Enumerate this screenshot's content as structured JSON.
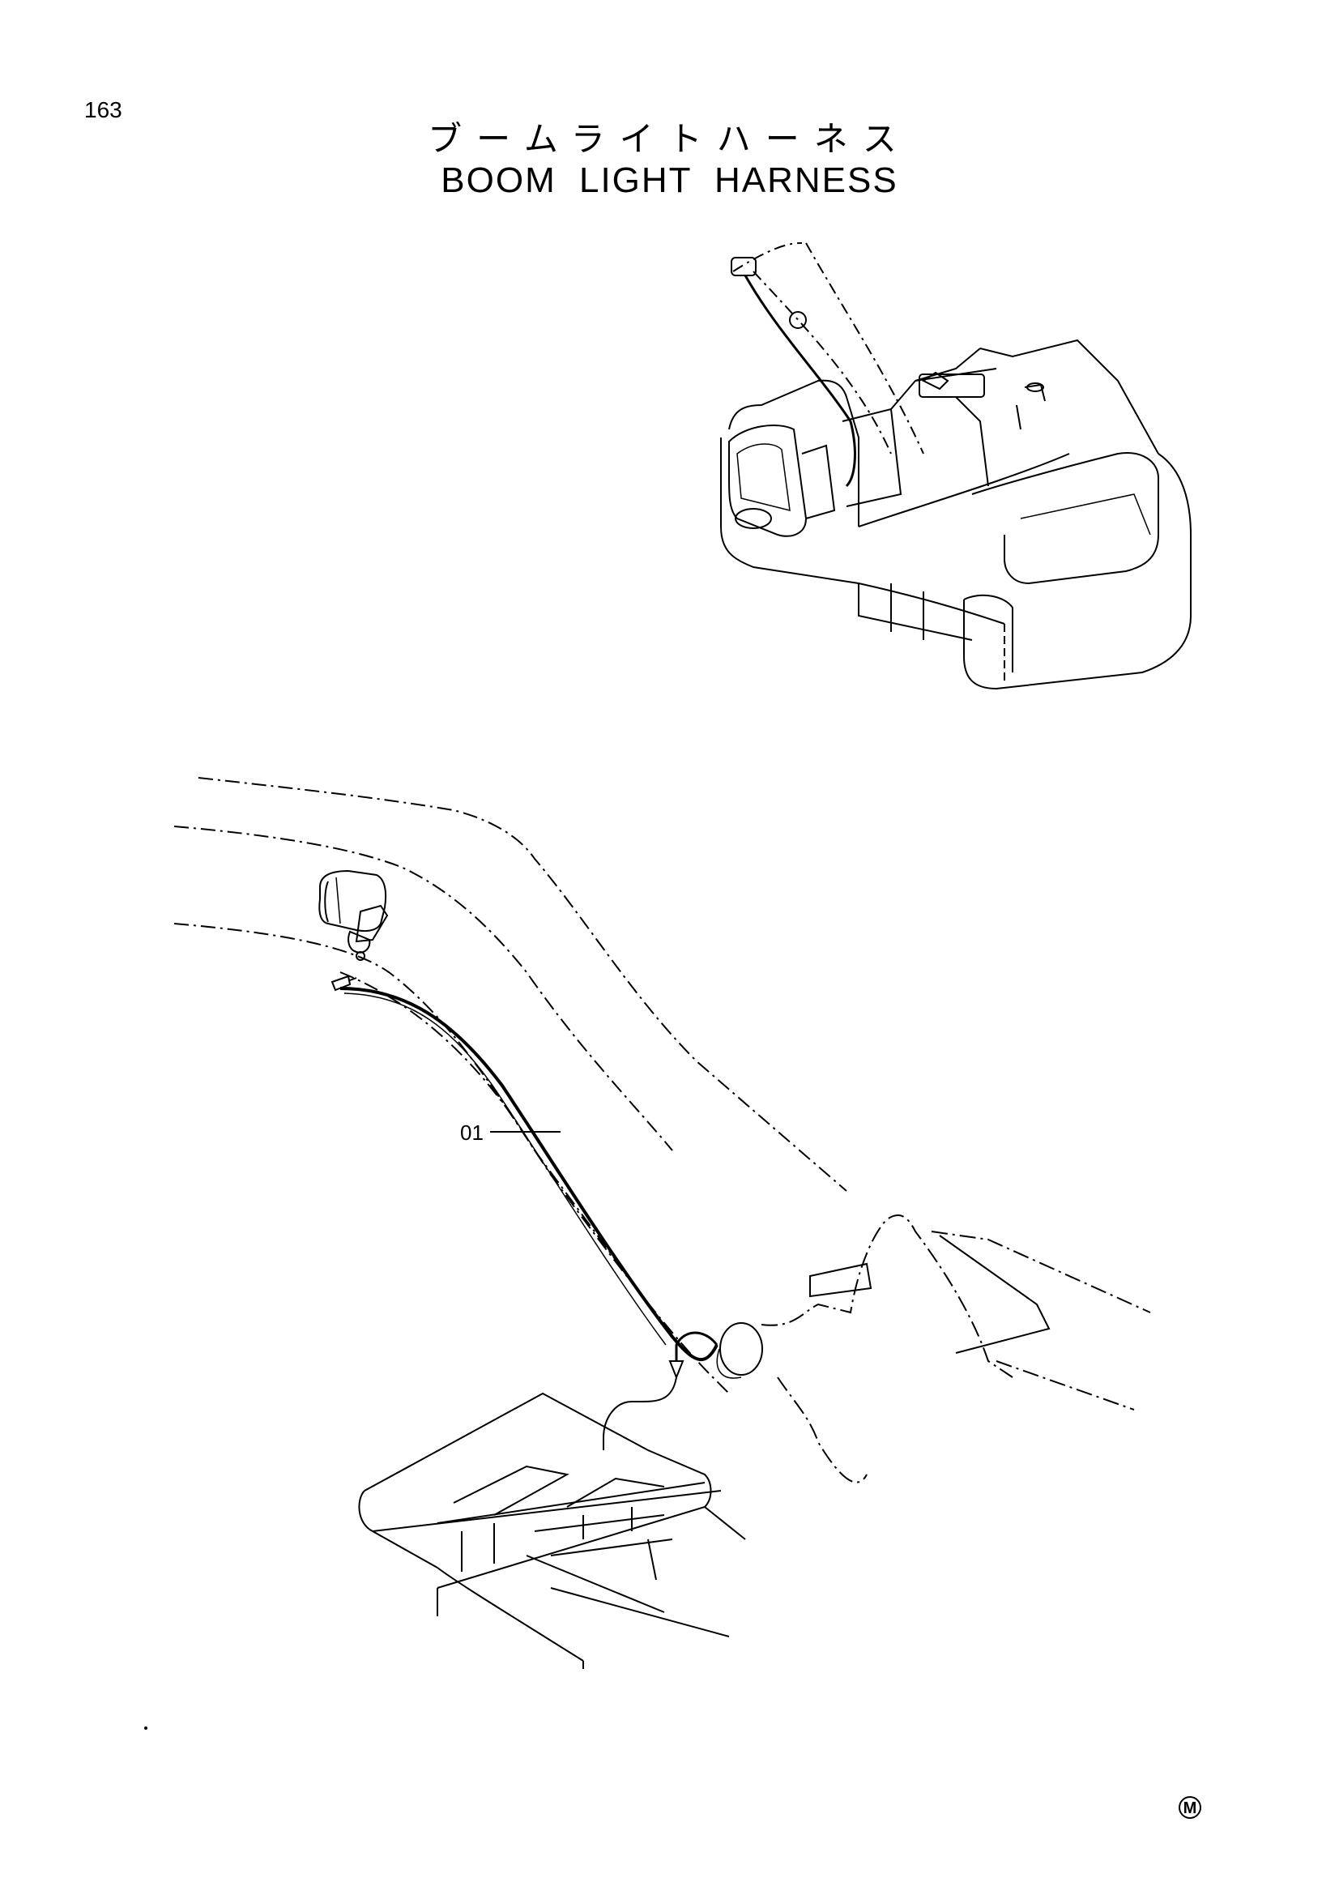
{
  "page": {
    "number": "163",
    "title_jp": "ブームライトハーネス",
    "title_en": "BOOM LIGHT HARNESS"
  },
  "callouts": [
    {
      "label": "01"
    }
  ],
  "mark": "M"
}
